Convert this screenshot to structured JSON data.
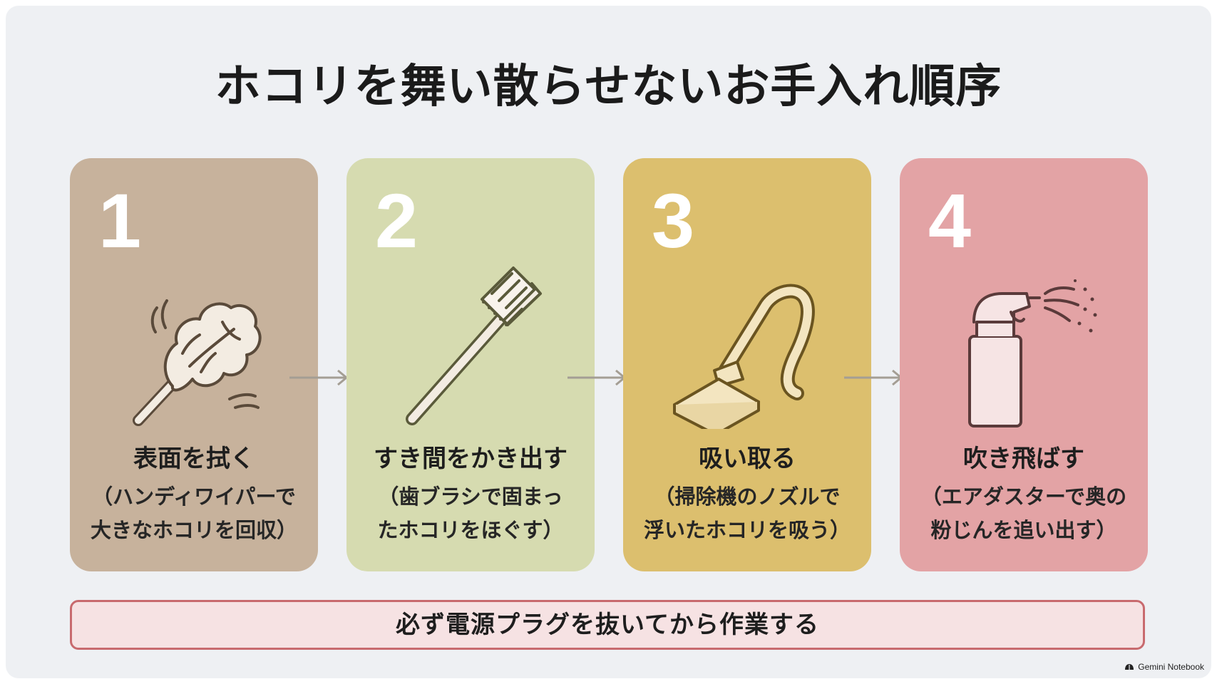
{
  "title": "ホコリを舞い散らせないお手入れ順序",
  "steps": [
    {
      "number": "1",
      "label": "表面を拭く",
      "sub_lines": [
        "（ハンディワイパーで",
        "大きなホコリを回収）"
      ],
      "icon": "duster-icon",
      "color": "#c7b29c"
    },
    {
      "number": "2",
      "label": "すき間をかき出す",
      "sub_lines": [
        "（歯ブラシで固まっ",
        "たホコリをほぐす）"
      ],
      "icon": "toothbrush-icon",
      "color": "#d6dbb0"
    },
    {
      "number": "3",
      "label": "吸い取る",
      "sub_lines": [
        "（掃除機のノズルで",
        "浮いたホコリを吸う）"
      ],
      "icon": "vacuum-nozzle-icon",
      "color": "#dcbf6e"
    },
    {
      "number": "4",
      "label": "吹き飛ばす",
      "sub_lines": [
        "（エアダスターで奥の",
        "粉じんを追い出す）"
      ],
      "icon": "air-duster-icon",
      "color": "#e3a3a5"
    }
  ],
  "notice": "必ず電源プラグを抜いてから作業する",
  "notice_colors": {
    "border": "#c86a6e",
    "background": "#f6e2e3"
  },
  "watermark": "Gemini Notebook"
}
